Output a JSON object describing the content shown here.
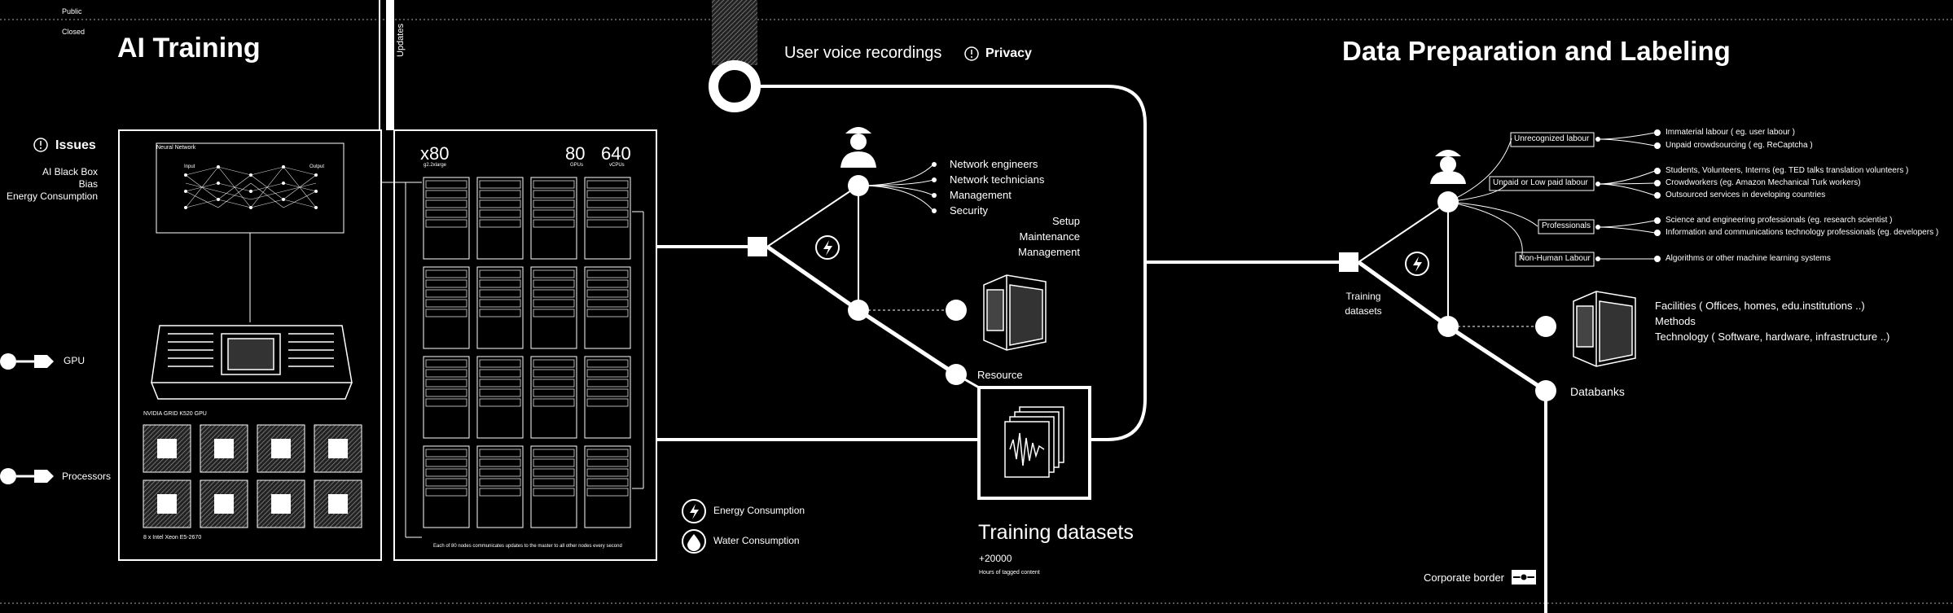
{
  "top": {
    "public": "Public",
    "closed": "Closed",
    "updates": "Updates"
  },
  "ai_training": {
    "title": "AI Training",
    "issues_title": "Issues",
    "issues": [
      "AI Black Box",
      "Bias",
      "Energy Consumption"
    ],
    "gpu_label": "GPU",
    "processors_label": "Processors",
    "neural_network_label": "Neural Network",
    "input_label": "Input",
    "output_label": "Output",
    "gpu_caption": "NVIDIA GRID K520 GPU",
    "cpu_caption": "8 x Intel Xeon E5-2670"
  },
  "cluster": {
    "multiplier": "x80",
    "multiplier_sub": "g2.2xlarge",
    "gpus_value": "80",
    "gpus_label": "GPUs",
    "vcpus_value": "640",
    "vcpus_label": "vCPUs",
    "footnote": "Each of 80 nodes communicates updates to the master to all other nodes every second",
    "energy": "Energy Consumption",
    "water": "Water Consumption"
  },
  "center": {
    "voice": "User voice recordings",
    "privacy": "Privacy",
    "roles": [
      "Network engineers",
      "Network technicians",
      "Management",
      "Security"
    ],
    "tasks": [
      "Setup",
      "Maintenance",
      "Management"
    ],
    "resource": "Resource",
    "training_datasets": "Training datasets",
    "training_count": "+20000",
    "training_sub": "Hours of tagged content"
  },
  "prep": {
    "title": "Data Preparation and Labeling",
    "training_datasets": "Training datasets",
    "labour_tags": [
      "Unrecognized labour",
      "Unpaid or Low paid labour",
      "Professionals",
      "Non-Human Labour"
    ],
    "labour_items": [
      "Immaterial labour ( eg. user labour )",
      "Unpaid crowdsourcing ( eg. ReCaptcha )",
      "Students, Volunteers, Interns (eg. TED talks translation volunteers )",
      "Crowdworkers (eg. Amazon Mechanical Turk workers)",
      "Outsourced services in developing countries",
      "Science and engineering professionals (eg. research scientist )",
      "Information and communications technology professionals (eg. developers )",
      "Algorithms or other machine learning systems"
    ],
    "facilities": [
      "Facilities ( Offices, homes, edu.institutions ..)",
      "Methods",
      "Technology ( Software, hardware, infrastructure ..)"
    ],
    "databanks": "Databanks",
    "corporate_border": "Corporate border"
  },
  "colors": {
    "background": "#000000",
    "foreground": "#ffffff",
    "muted": "#9a9a9a"
  }
}
